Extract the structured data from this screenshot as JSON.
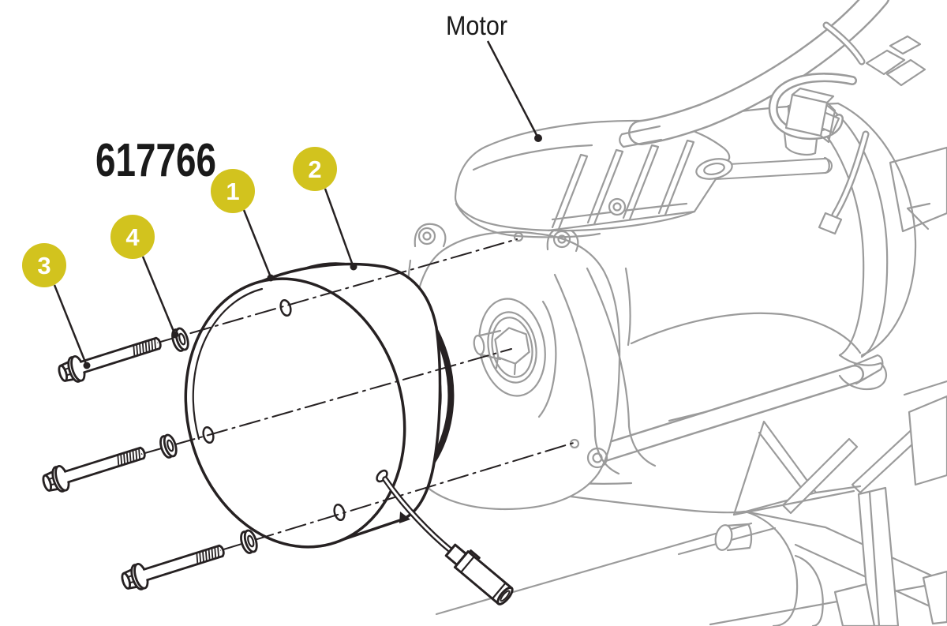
{
  "diagram": {
    "part_number": "617766",
    "motor_label": "Motor",
    "callouts": [
      {
        "number": "1"
      },
      {
        "number": "2"
      },
      {
        "number": "3"
      },
      {
        "number": "4"
      }
    ],
    "colors": {
      "callout_yellow": "#d2c31e",
      "foreground_line": "#262122",
      "background_line": "#9b9b9b",
      "background": "#ffffff"
    }
  }
}
